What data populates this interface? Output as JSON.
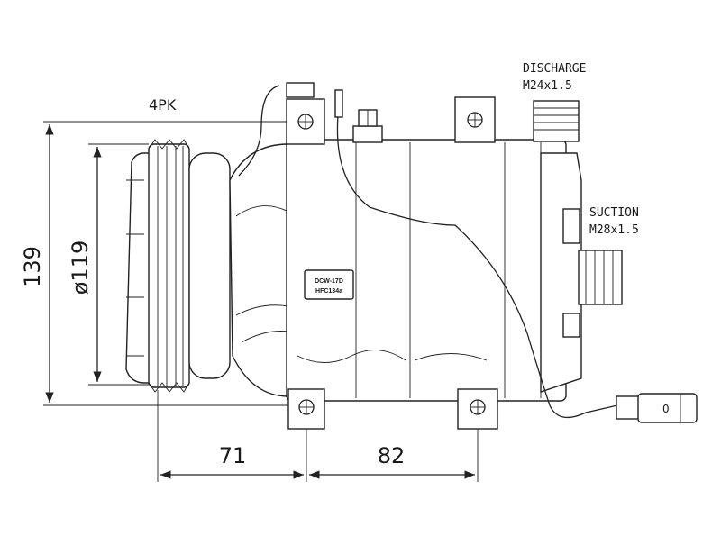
{
  "labels": {
    "belt": "4PK",
    "discharge_title": "DISCHARGE",
    "discharge_thread": "M24x1.5",
    "suction_title": "SUCTION",
    "suction_thread": "M28x1.5",
    "plate_line1": "DCW-17D",
    "plate_line2": "HFC134a"
  },
  "dimensions": {
    "overall_height": "139",
    "pulley_diameter": "ø119",
    "pulley_to_mount": "71",
    "mount_spacing": "82"
  }
}
